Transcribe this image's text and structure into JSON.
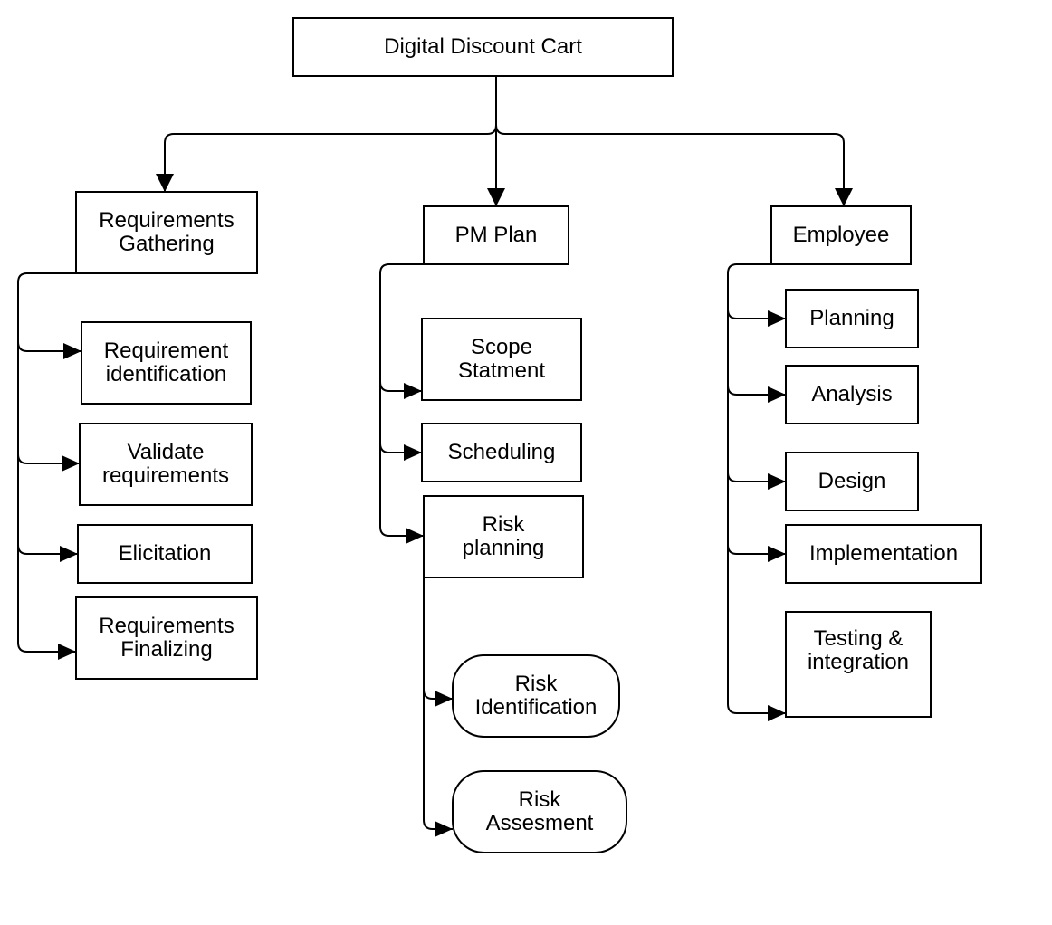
{
  "diagram": {
    "root": {
      "label": "Digital Discount Cart"
    },
    "branches": [
      {
        "label": "Requirements\nGathering",
        "children": [
          {
            "label": "Requirement\nidentification"
          },
          {
            "label": "Validate\nrequirements"
          },
          {
            "label": "Elicitation"
          },
          {
            "label": "Requirements\nFinalizing"
          }
        ]
      },
      {
        "label": "PM Plan",
        "children": [
          {
            "label": "Scope\nStatment"
          },
          {
            "label": "Scheduling"
          },
          {
            "label": "Risk\nplanning",
            "children": [
              {
                "label": "Risk\nIdentification"
              },
              {
                "label": "Risk\nAssesment"
              }
            ]
          }
        ]
      },
      {
        "label": "Employee",
        "children": [
          {
            "label": "Planning"
          },
          {
            "label": "Analysis"
          },
          {
            "label": "Design"
          },
          {
            "label": "Implementation"
          },
          {
            "label": "Testing &\nintegration"
          }
        ]
      }
    ]
  }
}
